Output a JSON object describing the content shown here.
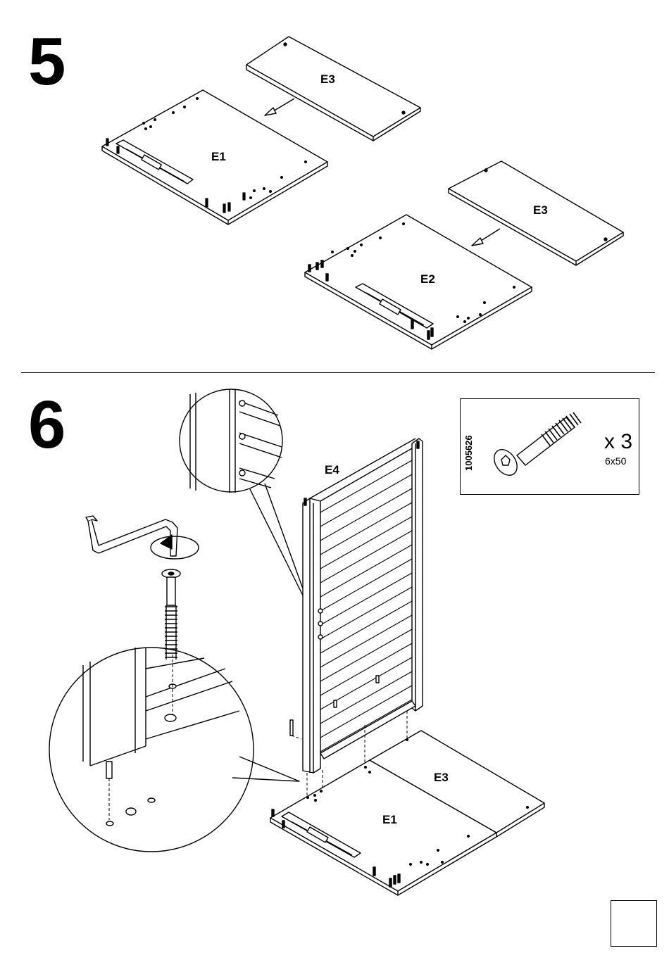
{
  "steps": {
    "step5": {
      "number": "5",
      "labels": {
        "e3_top": "E3",
        "e1": "E1",
        "e3_right": "E3",
        "e2": "E2"
      }
    },
    "step6": {
      "number": "6",
      "labels": {
        "e4": "E4",
        "e3": "E3",
        "e1": "E1"
      },
      "hardware": {
        "code": "1005626",
        "quantity": "x 3",
        "size": "6x50"
      }
    }
  },
  "page_box": {
    "label": ""
  }
}
